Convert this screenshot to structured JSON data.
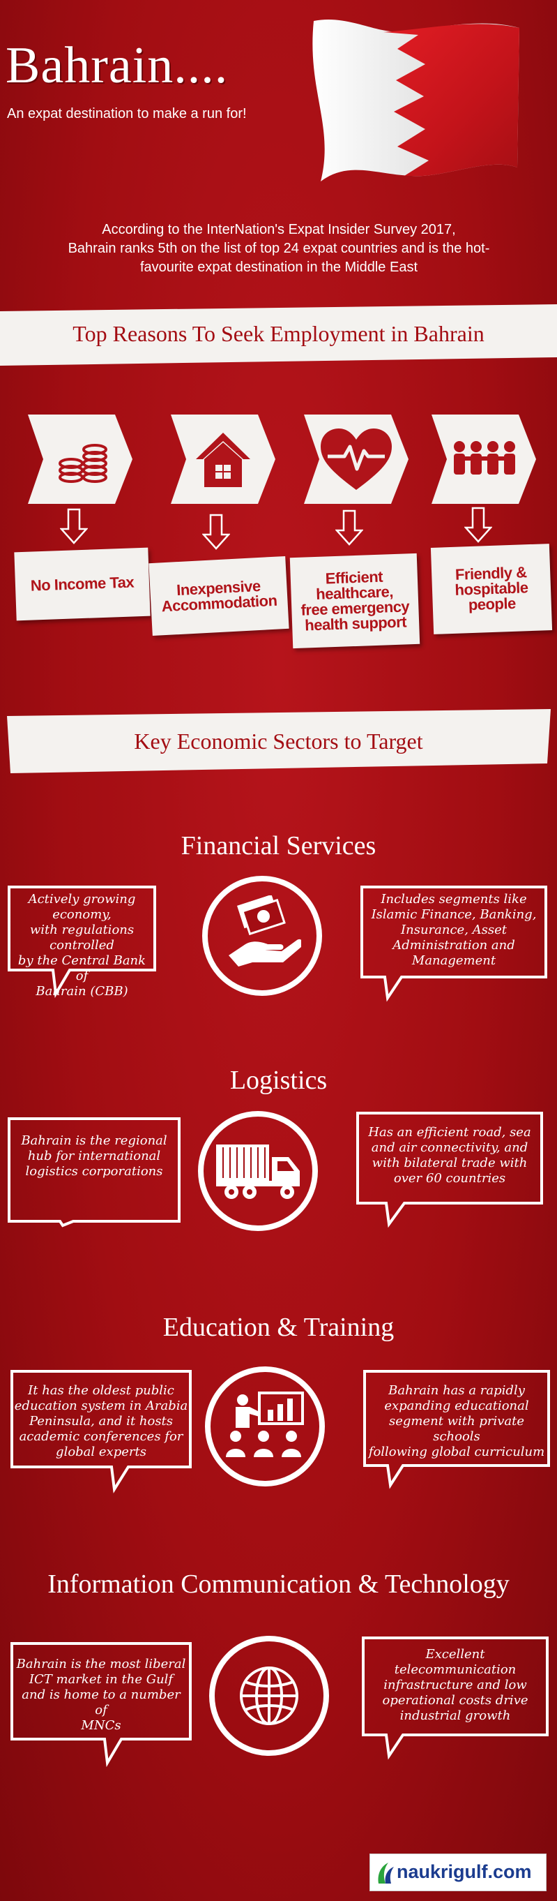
{
  "header": {
    "title": "Bahrain....",
    "subtitle": "An expat destination to make a run for!"
  },
  "survey": {
    "line1": "According to the InterNation's Expat Insider Survey 2017,",
    "line2": "Bahrain ranks 5th on the list of top 24 expat countries and is the hot-",
    "line3": "favourite expat destination in the Middle East"
  },
  "reasons": {
    "heading": "Top Reasons To Seek Employment in Bahrain",
    "items": [
      {
        "icon": "coins-icon",
        "label_l1": "No Income Tax",
        "label_l2": "",
        "label_l3": "",
        "label_l4": ""
      },
      {
        "icon": "house-icon",
        "label_l1": "Inexpensive",
        "label_l2": "Accommodation",
        "label_l3": "",
        "label_l4": ""
      },
      {
        "icon": "heartbeat-icon",
        "label_l1": "Efficient",
        "label_l2": "healthcare,",
        "label_l3": "free emergency",
        "label_l4": "health support"
      },
      {
        "icon": "people-icon",
        "label_l1": "Friendly &",
        "label_l2": "hospitable",
        "label_l3": "people",
        "label_l4": ""
      }
    ]
  },
  "sectors": {
    "heading": "Key Economic Sectors to Target",
    "items": [
      {
        "title": "Financial Services",
        "icon": "money-hand-icon",
        "left": [
          "Actively growing economy,",
          "with regulations controlled",
          "by the Central Bank of",
          "Bahrain (CBB)"
        ],
        "right": [
          "Includes segments like",
          "Islamic Finance, Banking,",
          "Insurance, Asset",
          "Administration and",
          "Management"
        ]
      },
      {
        "title": "Logistics",
        "icon": "truck-icon",
        "left": [
          "Bahrain is the regional",
          "hub for international",
          "logistics corporations"
        ],
        "right": [
          "Has an efficient road, sea",
          "and air connectivity, and",
          "with bilateral trade with",
          "over 60 countries"
        ]
      },
      {
        "title": "Education & Training",
        "icon": "presentation-icon",
        "left": [
          "It has the oldest public",
          "education system in Arabia",
          "Peninsula, and it hosts",
          "academic conferences  for",
          "global experts"
        ],
        "right": [
          "Bahrain has a rapidly",
          "expanding educational",
          "segment with private schools",
          "following global curriculum"
        ]
      },
      {
        "title": "Information Communication & Technology",
        "icon": "globe-icon",
        "left": [
          "Bahrain is the most liberal",
          "ICT market in the Gulf",
          "and is home to a number of",
          "MNCs"
        ],
        "right": [
          "Excellent",
          "telecommunication",
          "infrastructure and low",
          "operational costs drive",
          "industrial growth"
        ]
      }
    ]
  },
  "footer": {
    "logo_text": "naukrigulf.com"
  },
  "colors": {
    "background": "#a30d13",
    "accent_white": "#ffffff",
    "text_red": "#b0141a"
  }
}
